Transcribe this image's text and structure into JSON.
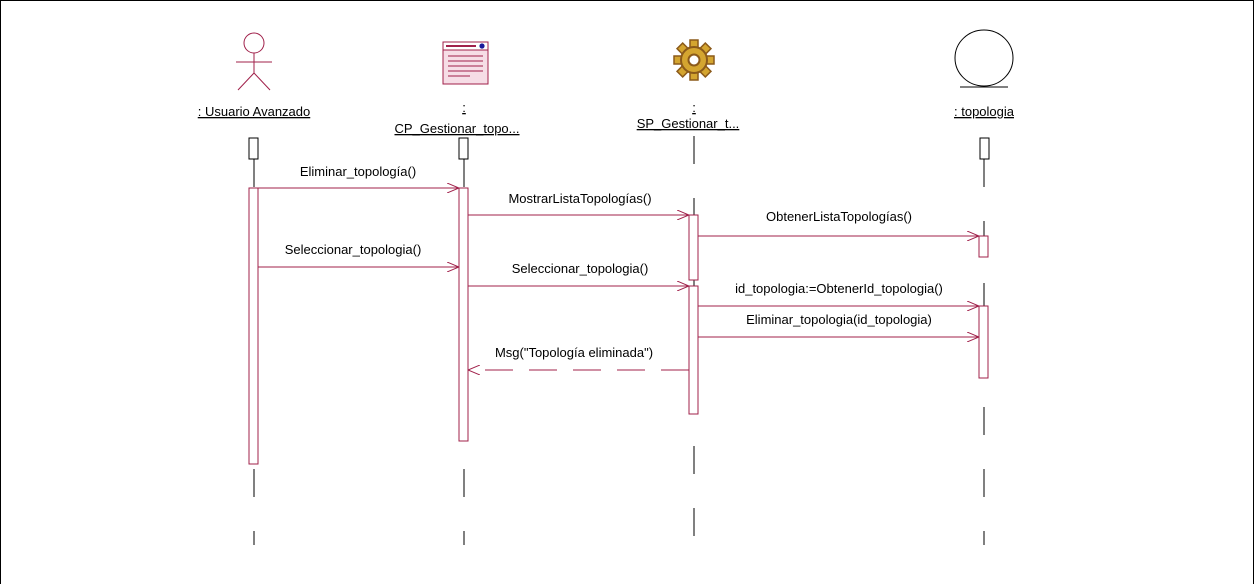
{
  "participants": [
    {
      "id": "user",
      "name": ": Usuario Avanzado",
      "prefix": "",
      "kind": "actor"
    },
    {
      "id": "cp",
      "name": "CP_Gestionar_topo...",
      "prefix": ":",
      "kind": "boundary-form"
    },
    {
      "id": "sp",
      "name": "SP_Gestionar_t...",
      "prefix": ":",
      "kind": "control-gear"
    },
    {
      "id": "topo",
      "name": ": topologia",
      "prefix": "",
      "kind": "entity-circle"
    }
  ],
  "messages": [
    {
      "from": "user",
      "to": "cp",
      "label": "Eliminar_topología()",
      "style": "sync"
    },
    {
      "from": "cp",
      "to": "sp",
      "label": "MostrarListaTopologías()",
      "style": "sync"
    },
    {
      "from": "sp",
      "to": "topo",
      "label": "ObtenerListaTopologías()",
      "style": "sync"
    },
    {
      "from": "user",
      "to": "cp",
      "label": "Seleccionar_topologia()",
      "style": "sync"
    },
    {
      "from": "cp",
      "to": "sp",
      "label": "Seleccionar_topologia()",
      "style": "sync"
    },
    {
      "from": "sp",
      "to": "topo",
      "label": "id_topologia:=ObtenerId_topologia()",
      "style": "sync"
    },
    {
      "from": "sp",
      "to": "topo",
      "label": "Eliminar_topologia(id_topologia)",
      "style": "sync"
    },
    {
      "from": "sp",
      "to": "cp",
      "label": "Msg(\"Topología eliminada\")",
      "style": "return"
    }
  ],
  "colors": {
    "message": "#a0204a",
    "icon_brown": "#8b5a1a",
    "icon_gold": "#d4a530",
    "form_blue": "#1a1a9a"
  }
}
